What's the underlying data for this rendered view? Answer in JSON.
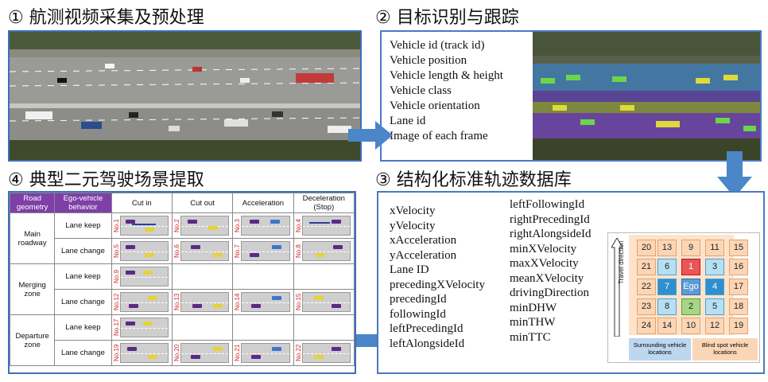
{
  "steps": {
    "s1": "① 航测视频采集及预处理",
    "s2": "② 目标识别与跟踪",
    "s3": "③ 结构化标准轨迹数据库",
    "s4": "④ 典型二元驾驶场景提取"
  },
  "vehicle_info": [
    "Vehicle id (track id)",
    "Vehicle position",
    "Vehicle length & height",
    "Vehicle class",
    "Vehicle orientation",
    "Lane id",
    "Image of each frame"
  ],
  "data_fields_left": [
    "xVelocity",
    "yVelocity",
    "xAcceleration",
    "yAcceleration",
    "Lane ID",
    "precedingXVelocity",
    "precedingId",
    "followingId",
    "leftPrecedingId",
    "leftAlongsideId"
  ],
  "data_fields_right": [
    "leftFollowingId",
    "rightPrecedingId",
    "rightAlongsideId",
    "minXVelocity",
    "maxXVelocity",
    "meanXVelocity",
    "drivingDirection",
    "minDHW",
    "minTHW",
    "minTTC"
  ],
  "grid": {
    "travel_direction": "Travel direction",
    "legend_left": "Surrounding vehicle locations",
    "legend_right": "Blind spot vehicle locations",
    "ego": "Ego",
    "cells": {
      "c20": "20",
      "c13": "13",
      "c9": "9",
      "c11": "11",
      "c15": "15",
      "c21": "21",
      "c6": "6",
      "c1": "1",
      "c3": "3",
      "c16": "16",
      "c22": "22",
      "c7": "7",
      "c4": "4",
      "c17": "17",
      "c23": "23",
      "c8": "8",
      "c2": "2",
      "c5": "5",
      "c18": "18",
      "c24": "24",
      "c14": "14",
      "c10": "10",
      "c12": "12",
      "c19": "19"
    }
  },
  "table": {
    "h_road": "Road geometry",
    "h_ego": "Ego-vehicle behavior",
    "h_cutin": "Cut in",
    "h_cutout": "Cut out",
    "h_accel": "Acceleration",
    "h_decel": "Deceleration (Stop)",
    "r_main": "Main roadway",
    "r_merge": "Merging zone",
    "r_depart": "Departure zone",
    "lane_keep": "Lane keep",
    "lane_change": "Lane change",
    "nos": {
      "n1": "No.1",
      "n2": "No.2",
      "n3": "No.3",
      "n4": "No.4",
      "n5": "No.5",
      "n6": "No.6",
      "n7": "No.7",
      "n8": "No.8",
      "n9": "No.9",
      "n12": "No.12",
      "n13": "No.13",
      "n14": "No.14",
      "n15": "No.15",
      "n17": "No.17",
      "n19": "No.19",
      "n20": "No.20",
      "n21": "No.21",
      "n22": "No.22"
    }
  },
  "colors": {
    "accent": "#4a79c4",
    "arrow": "#4a86c8",
    "header_purple": "#7e3fa6"
  }
}
